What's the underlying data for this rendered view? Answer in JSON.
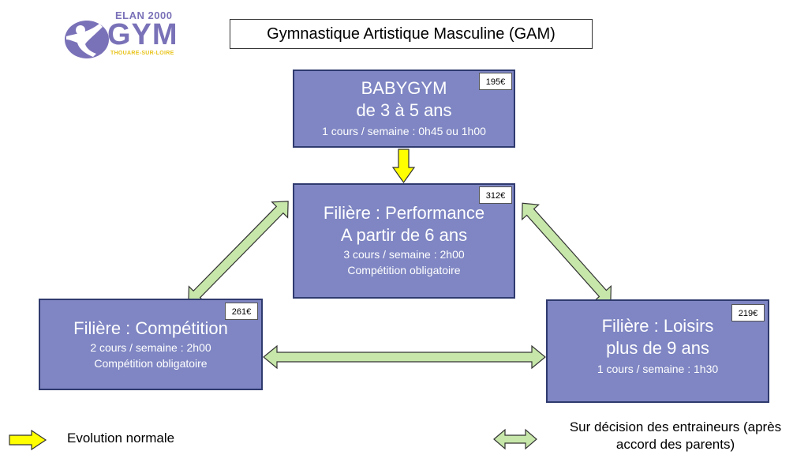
{
  "logo": {
    "top_text": "ELAN 2000",
    "main_text": "GYM",
    "sub_text": "THOUARE-SUR-LOIRE"
  },
  "title": "Gymnastique Artistique Masculine (GAM)",
  "boxes": {
    "babygym": {
      "price": "195€",
      "line1": "BABYGYM",
      "line2": "de 3 à 5 ans",
      "line3": "1 cours / semaine : 0h45 ou 1h00"
    },
    "performance": {
      "price": "312€",
      "line1": "Filière : Performance",
      "line2": "A partir de 6 ans",
      "line3": "3 cours / semaine : 2h00",
      "line4": "Compétition obligatoire"
    },
    "competition": {
      "price": "261€",
      "line1": "Filière : Compétition",
      "line2": "2 cours / semaine : 2h00",
      "line3": "Compétition obligatoire"
    },
    "loisirs": {
      "price": "219€",
      "line1": "Filière : Loisirs",
      "line2": "plus de 9 ans",
      "line3": "1 cours / semaine : 1h30"
    }
  },
  "legend": {
    "normal": "Evolution normale",
    "decision_line1": "Sur décision des entraineurs (après",
    "decision_line2": "accord des parents)"
  },
  "colors": {
    "box_fill": "#7f86c3",
    "box_border": "#2f3a6e",
    "arrow_yellow": "#ffff00",
    "arrow_green": "#c6e7a9",
    "logo_purple": "#7a72b8",
    "logo_yellow": "#e8c31c"
  }
}
